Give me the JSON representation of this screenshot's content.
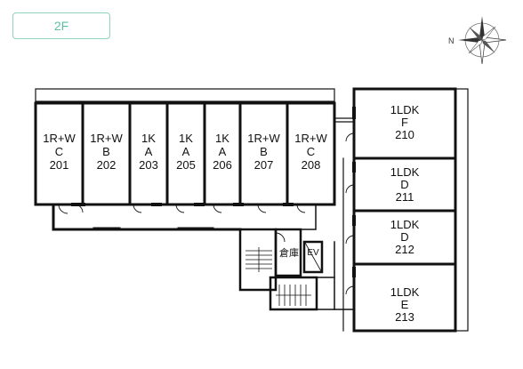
{
  "floor": {
    "label": "2F"
  },
  "compass": {
    "north_label": "N"
  },
  "utility": {
    "storage": "倉庫",
    "elevator": "EV"
  },
  "units": [
    {
      "id": "201",
      "type": "1R+W",
      "variant": "C"
    },
    {
      "id": "202",
      "type": "1R+W",
      "variant": "B"
    },
    {
      "id": "203",
      "type": "1K",
      "variant": "A"
    },
    {
      "id": "205",
      "type": "1K",
      "variant": "A"
    },
    {
      "id": "206",
      "type": "1K",
      "variant": "A"
    },
    {
      "id": "207",
      "type": "1R+W",
      "variant": "B"
    },
    {
      "id": "208",
      "type": "1R+W",
      "variant": "C"
    },
    {
      "id": "210",
      "type": "1LDK",
      "variant": "F"
    },
    {
      "id": "211",
      "type": "1LDK",
      "variant": "D"
    },
    {
      "id": "212",
      "type": "1LDK",
      "variant": "D"
    },
    {
      "id": "213",
      "type": "1LDK",
      "variant": "E"
    }
  ],
  "colors": {
    "wall": "#111111",
    "badge_border": "#8fd3c0",
    "badge_text": "#5fbfa6"
  }
}
